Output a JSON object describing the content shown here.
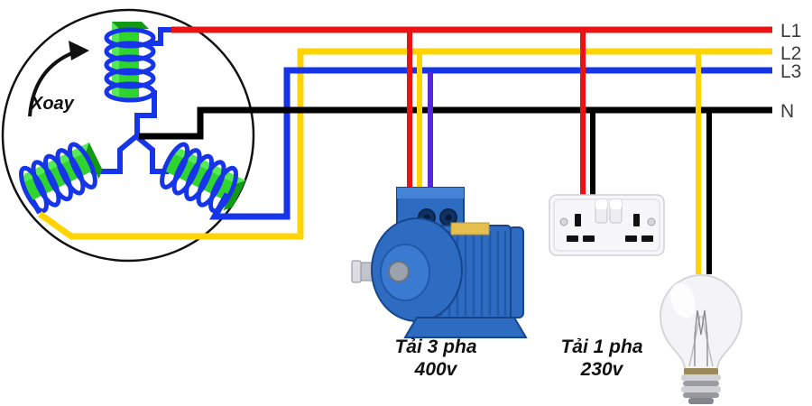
{
  "generator": {
    "rotation_label": "Xoay"
  },
  "lines": {
    "l1": {
      "label": "L1"
    },
    "l2": {
      "label": "L2"
    },
    "l3": {
      "label": "L3"
    },
    "n": {
      "label": "N"
    }
  },
  "loads": {
    "three_phase": {
      "title": "Tải 3 pha",
      "voltage": "400v"
    },
    "single_phase": {
      "title": "Tải 1 pha",
      "voltage": "230v"
    }
  },
  "colors": {
    "l1": "#e81414",
    "l2": "#ffd400",
    "l3": "#1735e8",
    "l3_drop": "#5526dd",
    "neutral": "#000000",
    "coil_wire": "#1735e8",
    "coil_core": "#2fd42f",
    "coil_core_light": "#55ea55",
    "coil_core_dark": "#129a12",
    "motor_blue": "#2e6cc2",
    "motor_blue_dark": "#16458c",
    "motor_fin": "#1f59a8",
    "label_text": "#3d3d3d"
  }
}
